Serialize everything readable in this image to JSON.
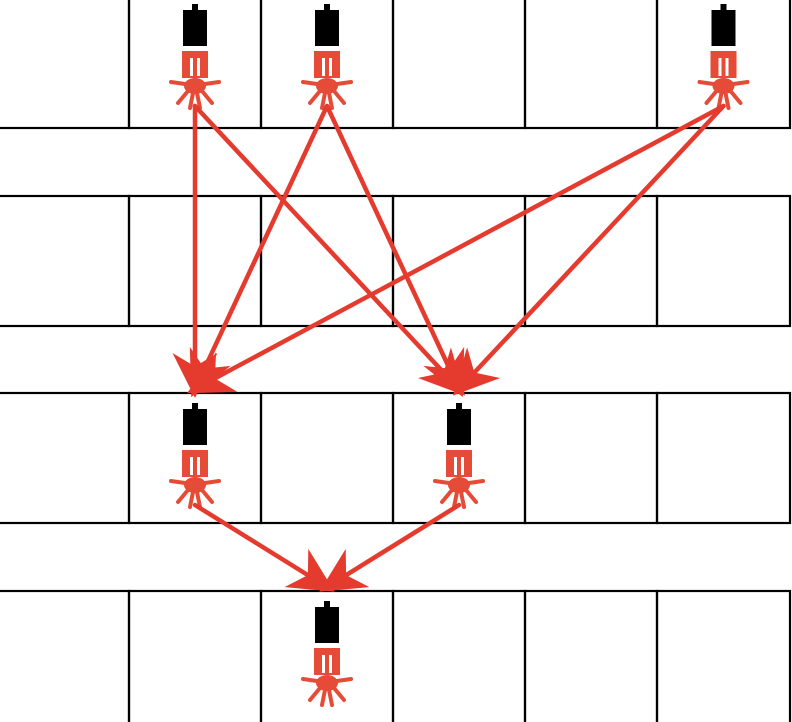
{
  "diagram": {
    "type": "layered-grid-connection-diagram",
    "rows": 4,
    "cells_per_row": 6,
    "colors": {
      "background": "#ffffff",
      "grid_line": "#000000",
      "arrow": "#e53a2e",
      "figure_head": "#000000",
      "figure_body": "#e54b36"
    },
    "icon": "jellyfish-figure-icon",
    "figures": [
      {
        "row": 1,
        "cell": 2
      },
      {
        "row": 1,
        "cell": 3
      },
      {
        "row": 1,
        "cell": 6
      },
      {
        "row": 3,
        "cell": 2
      },
      {
        "row": 3,
        "cell": 4
      },
      {
        "row": 4,
        "cell": 3
      }
    ],
    "arrows": [
      {
        "from": 0,
        "to": 3
      },
      {
        "from": 0,
        "to": 4
      },
      {
        "from": 1,
        "to": 3
      },
      {
        "from": 1,
        "to": 4
      },
      {
        "from": 2,
        "to": 3
      },
      {
        "from": 2,
        "to": 4
      },
      {
        "from": 3,
        "to": 5
      },
      {
        "from": 4,
        "to": 5
      }
    ]
  }
}
